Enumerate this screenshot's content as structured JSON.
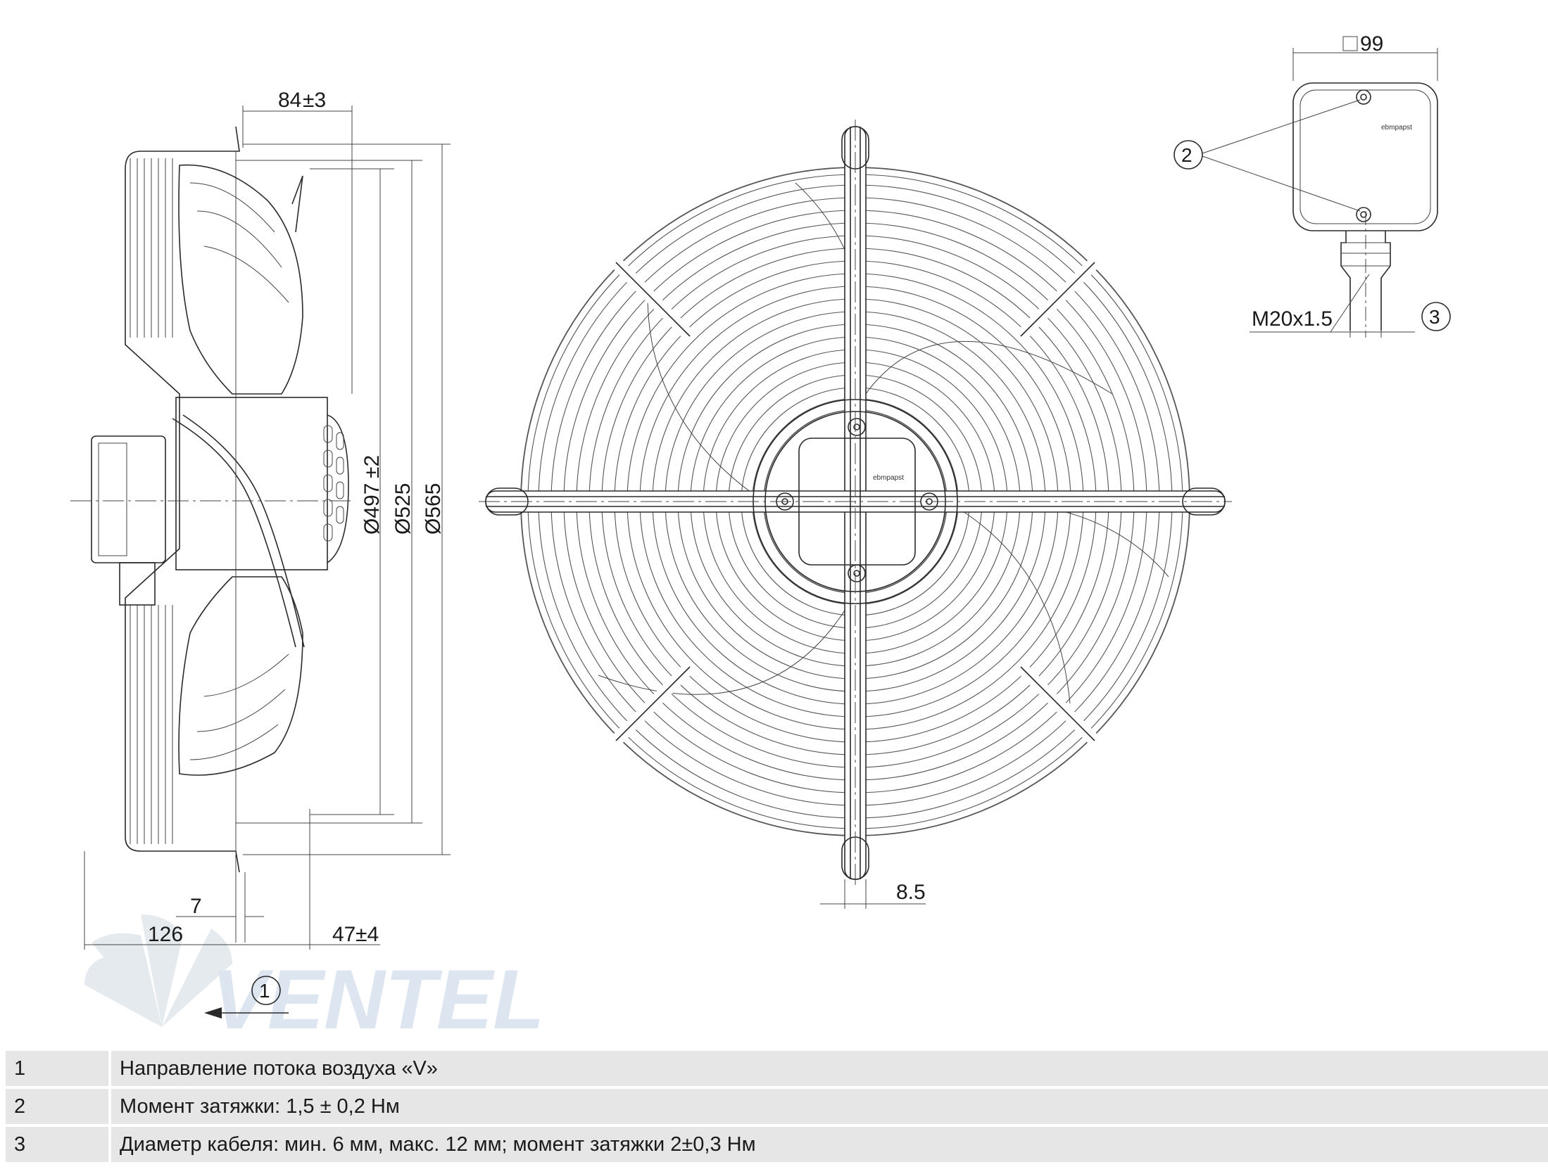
{
  "dimensions": {
    "axial_84": "84",
    "axial_84_tol": "±3",
    "d497": "Ø497",
    "d497_tol": "±2",
    "d525": "Ø525",
    "d565": "Ø565",
    "d7": "7",
    "d126": "126",
    "d47": "47",
    "d47_tol": "±4",
    "d8_5": "8.5",
    "box_99": "99",
    "thread": "M20x1.5"
  },
  "callouts": {
    "c1": "1",
    "c2": "2",
    "c3": "3"
  },
  "brand_labels": {
    "motor": "ebmpapst",
    "box": "ebmpapst"
  },
  "watermark": "VENTEL",
  "legend": [
    {
      "num": "1",
      "text": "Направление потока воздуха «V»"
    },
    {
      "num": "2",
      "text": "Момент затяжки: 1,5 ± 0,2 Нм"
    },
    {
      "num": "3",
      "text": "Диаметр кабеля: мин. 6 мм, макс. 12 мм; момент затяжки 2±0,3 Нм"
    }
  ],
  "colors": {
    "line": "#2a2a2a",
    "legend_bg": "#e6e6e6",
    "watermark": "#d9e3ef"
  }
}
